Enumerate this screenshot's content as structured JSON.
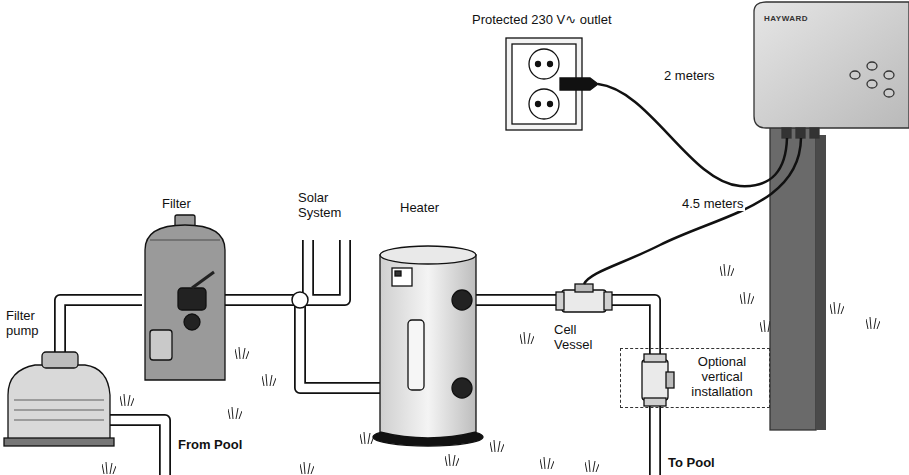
{
  "diagram": {
    "nodes": [
      {
        "text": [
          "Optional vertical installation"
        ]
      }
    ],
    "labels": [
      "Protected 230 V∿ outlet",
      "2 meters",
      "4.5 meters",
      "Filter",
      "Solar System",
      "Heater",
      "Filter pump",
      "From Pool",
      "Cell Vessel",
      "To Pool",
      "HAYWARD"
    ]
  }
}
